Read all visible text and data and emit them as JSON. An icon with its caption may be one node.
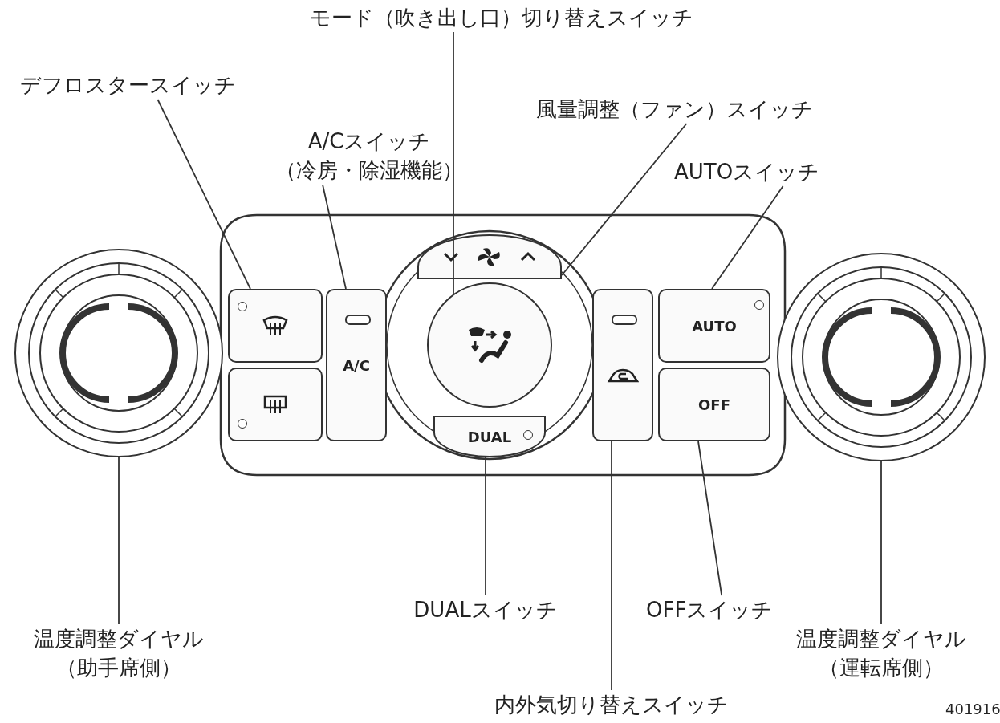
{
  "diagram": {
    "nodes": [
      {
        "text": [
          "モード（吹き出し口）切り替えスイッチ"
        ]
      },
      {
        "text": [
          "デフロスタースイッチ"
        ]
      },
      {
        "text": [
          "風量調整（ファン）スイッチ"
        ]
      },
      {
        "text": [
          "A/Cスイッチ",
          "（冷房・除湿機能）"
        ]
      },
      {
        "text": [
          "AUTOスイッチ"
        ]
      },
      {
        "text": [
          "DUALスイッチ"
        ]
      },
      {
        "text": [
          "OFFスイッチ"
        ]
      },
      {
        "text": [
          "温度調整ダイヤル",
          "（助手席側）"
        ]
      },
      {
        "text": [
          "内外気切り替えスイッチ"
        ]
      },
      {
        "text": [
          "温度調整ダイヤル",
          "（運転席側）"
        ]
      },
      {
        "text": [],
        "shape": "circle"
      },
      {
        "text": [],
        "shape": "box"
      },
      {
        "text": [
          "A/C"
        ]
      },
      {
        "text": [],
        "shape": "circle"
      },
      {
        "text": [],
        "shape": "box"
      },
      {
        "text": [
          "DUAL"
        ]
      },
      {
        "text": [],
        "shape": "box"
      },
      {
        "text": [
          "AUTO"
        ]
      },
      {
        "text": [
          "OFF"
        ]
      },
      {
        "text": [],
        "shape": "circle"
      },
      {
        "text": [],
        "shape": "box"
      }
    ],
    "edges": [
      {
        "from": 0,
        "to": 13,
        "arrow": "none"
      },
      {
        "from": 1,
        "to": 11,
        "arrow": "none"
      },
      {
        "from": 2,
        "to": 14,
        "arrow": "none"
      },
      {
        "from": 3,
        "to": 12,
        "arrow": "none"
      },
      {
        "from": 4,
        "to": 17,
        "arrow": "none"
      },
      {
        "from": 5,
        "to": 15,
        "arrow": "none"
      },
      {
        "from": 6,
        "to": 18,
        "arrow": "none"
      },
      {
        "from": 7,
        "to": 10,
        "arrow": "none"
      },
      {
        "from": 8,
        "to": 16,
        "arrow": "none"
      },
      {
        "from": 9,
        "to": 19,
        "arrow": "none"
      }
    ],
    "labels": [
      "401916"
    ]
  }
}
